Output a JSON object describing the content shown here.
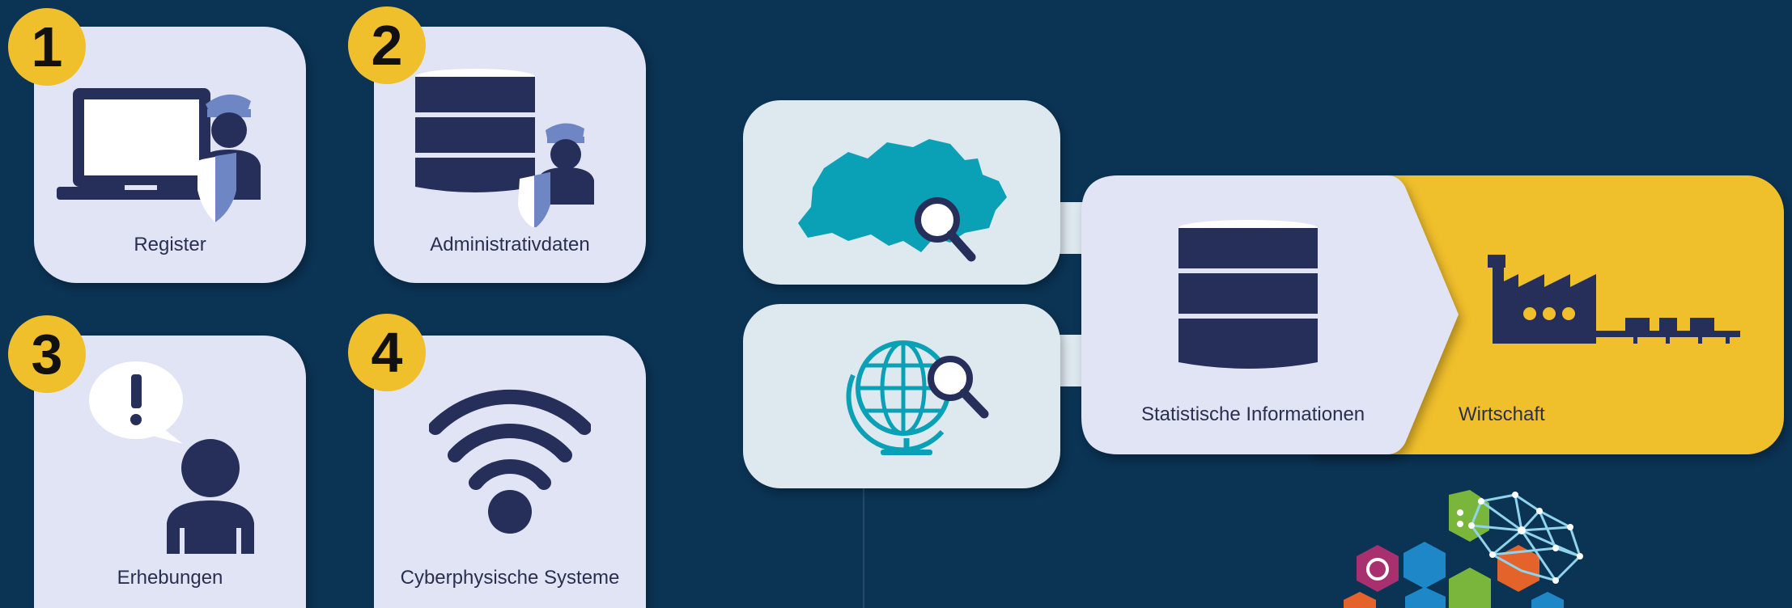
{
  "sources": [
    {
      "number": "1",
      "label": "Register",
      "icon": "laptop-police-icon"
    },
    {
      "number": "2",
      "label": "Administrativdaten",
      "icon": "database-police-icon"
    },
    {
      "number": "3",
      "label": "Erhebungen",
      "icon": "person-alert-icon"
    },
    {
      "number": "4",
      "label": "Cyberphysische Systeme",
      "icon": "wifi-signal-icon"
    }
  ],
  "flow": {
    "scopes": [
      {
        "icon": "switzerland-map-search-icon"
      },
      {
        "icon": "globe-search-icon"
      }
    ],
    "statistics_label": "Statistische Informationen",
    "economy_label": "Wirtschaft"
  },
  "colors": {
    "background": "#0b3354",
    "card": "#e1e4f4",
    "pane": "#dde8ef",
    "accent_yellow": "#f0bf2c",
    "navy_icon": "#262f5a",
    "teal": "#0aa1b7",
    "police_blue": "#6f86c4"
  }
}
